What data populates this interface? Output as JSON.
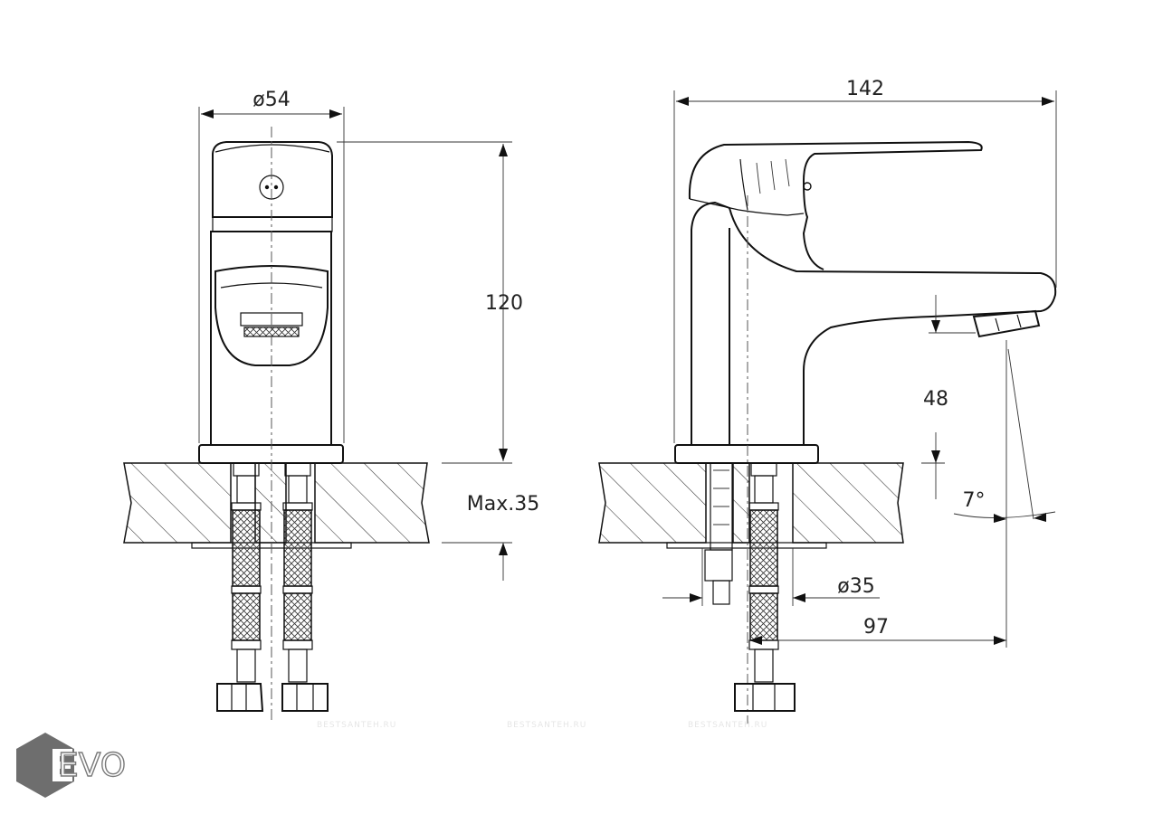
{
  "drawing": {
    "front_view": {
      "diameter_label": "ø54",
      "height_label": "120",
      "counter_label": "Max.35"
    },
    "side_view": {
      "length_label": "142",
      "spout_height_label": "48",
      "angle_label": "7°",
      "hole_diameter_label": "ø35",
      "reach_label": "97"
    },
    "watermark": "BESTSANTEH.RU",
    "logo": {
      "text": "EVO",
      "color": "#6e6e6e"
    }
  }
}
